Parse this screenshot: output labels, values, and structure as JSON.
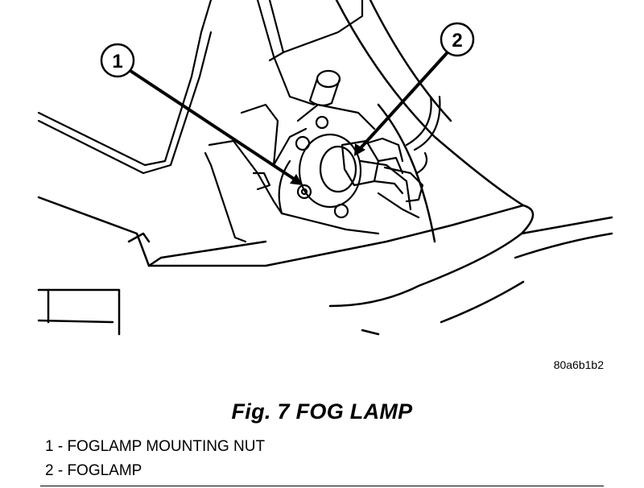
{
  "figure": {
    "code": "80a6b1b2",
    "title": "Fig. 7 FOG LAMP",
    "callouts": [
      {
        "number": "1",
        "label": "FOGLAMP MOUNTING NUT"
      },
      {
        "number": "2",
        "label": "FOGLAMP"
      }
    ],
    "legend": [
      "1 - FOGLAMP MOUNTING NUT",
      "2 - FOGLAMP"
    ]
  }
}
